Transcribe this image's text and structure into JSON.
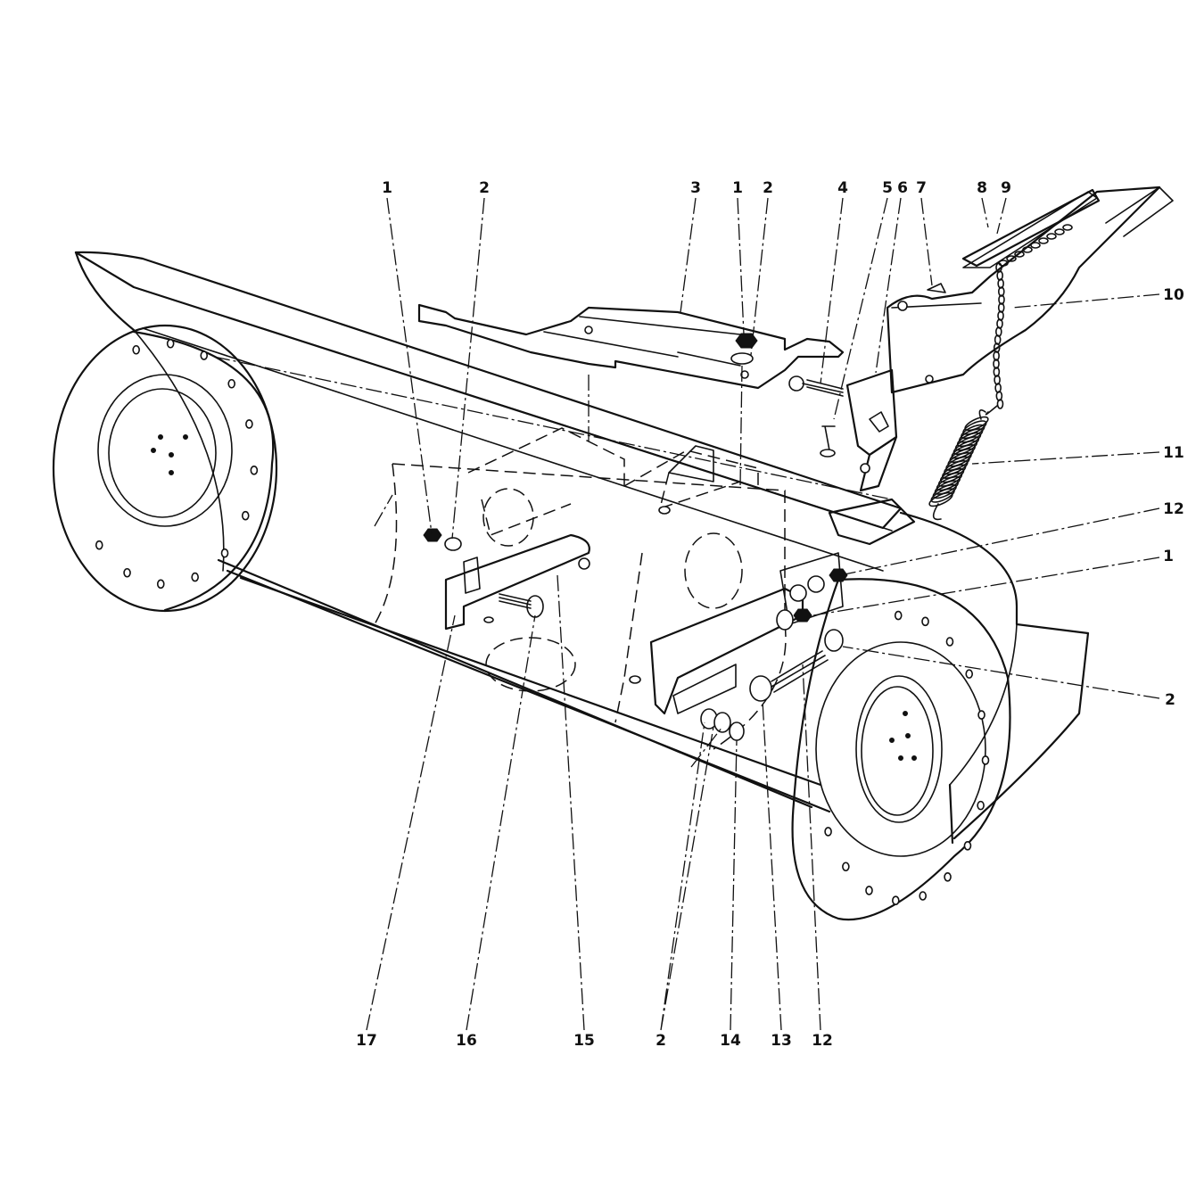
{
  "callouts": {
    "top": [
      "1",
      "2",
      "3",
      "1",
      "2",
      "4",
      "5",
      "6",
      "7",
      "8",
      "9"
    ],
    "right": [
      "10",
      "11",
      "12",
      "1",
      "2"
    ],
    "bottom": [
      "17",
      "16",
      "15",
      "2",
      "14",
      "13",
      "12"
    ]
  }
}
